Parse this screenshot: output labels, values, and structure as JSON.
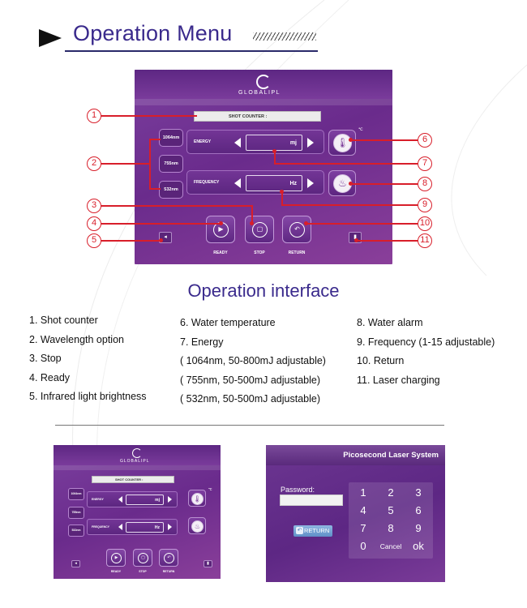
{
  "header": {
    "title": "Operation Menu"
  },
  "main_screen": {
    "logo_text": "GLOBALIPL",
    "shot_counter_label": "SHOT COUNTER :",
    "wavelengths": [
      "1064nm",
      "755nm",
      "532nm"
    ],
    "energy": {
      "label": "ENERGY",
      "unit": "mj"
    },
    "frequency": {
      "label": "FREQUENCY",
      "unit": "Hz"
    },
    "temp_unit": "℃",
    "controls": [
      {
        "label": "READY",
        "icon": "play-icon"
      },
      {
        "label": "STOP",
        "icon": "stop-icon"
      },
      {
        "label": "RETURN",
        "icon": "return-icon"
      }
    ]
  },
  "callouts": [
    "1",
    "2",
    "3",
    "4",
    "5",
    "6",
    "7",
    "8",
    "9",
    "10",
    "11"
  ],
  "section_title": "Operation interface",
  "legend": {
    "col1": [
      "1. Shot counter",
      "2. Wavelength option",
      "3. Stop",
      "4. Ready",
      "5. Infrared light brightness"
    ],
    "col2": [
      "6. Water temperature",
      "7. Energy",
      "( 1064nm, 50-800mJ adjustable)",
      "( 755nm, 50-500mJ adjustable)",
      "( 532nm, 50-500mJ adjustable)"
    ],
    "col3": [
      "8. Water alarm",
      "9. Frequency (1-15 adjustable)",
      "10. Return",
      "11. Laser charging"
    ]
  },
  "login_screen": {
    "title": "Picosecond Laser System",
    "password_label": "Password:",
    "return_label": "RETURN",
    "keys": [
      "1",
      "2",
      "3",
      "4",
      "5",
      "6",
      "7",
      "8",
      "9",
      "0",
      "Cancel",
      "ok"
    ]
  },
  "colors": {
    "accent_title": "#3a2a8c",
    "screen_purple": "#6a2b8c",
    "callout_red": "#d81e2a"
  }
}
